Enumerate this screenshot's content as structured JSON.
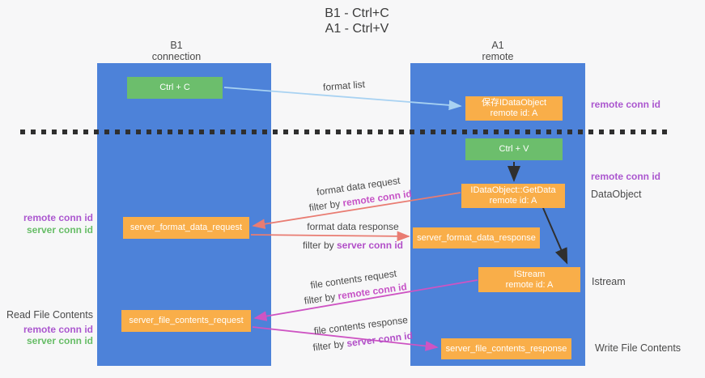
{
  "title": {
    "line1": "B1 - Ctrl+C",
    "line2": "A1 - Ctrl+V"
  },
  "lanes": {
    "left": {
      "name": "B1",
      "subtitle": "connection"
    },
    "right": {
      "name": "A1",
      "subtitle": "remote"
    }
  },
  "nodes": {
    "ctrl_c": {
      "label": "Ctrl + C"
    },
    "save_idataobject": {
      "line1": "保存IDataObject",
      "line2": "remote id: A"
    },
    "ctrl_v": {
      "label": "Ctrl + V"
    },
    "getdata": {
      "line1": "IDataObject::GetData",
      "line2": "remote id: A"
    },
    "format_request": {
      "label": "server_format_data_request"
    },
    "format_response": {
      "label": "server_format_data_response"
    },
    "istream": {
      "line1": "IStream",
      "line2": "remote id: A"
    },
    "file_request": {
      "label": "server_file_contents_request"
    },
    "file_response": {
      "label": "server_file_contents_response"
    }
  },
  "edge_labels": {
    "format_list": "format list",
    "format_data_request": "format data request",
    "format_data_response": "format data response",
    "file_contents_request": "file contents request",
    "file_contents_response": "file contents response",
    "filter_by": "filter by ",
    "remote_conn_id": "remote conn id",
    "server_conn_id": "server conn id"
  },
  "annotations": {
    "right_remote_conn_id_top": "remote conn id",
    "right_remote_conn_id_mid": "remote conn id",
    "dataobject": "DataObject",
    "istream": "Istream",
    "write_file_contents": "Write File Contents",
    "left_remote_conn_id_1": "remote conn id",
    "left_server_conn_id_1": "server conn id",
    "read_file_contents": "Read File Contents",
    "left_remote_conn_id_2": "remote conn id",
    "left_server_conn_id_2": "server conn id"
  },
  "colors": {
    "lane_blue": "#4d82d9",
    "box_green": "#6cbe6c",
    "box_orange": "#f9ae49",
    "arrow_light_blue": "#a8d2f2",
    "arrow_black": "#2f2f2f",
    "arrow_salmon": "#e97c72",
    "arrow_magenta": "#ce54c3",
    "text_purple": "#ab57cf",
    "text_magenta": "#c653c6",
    "text_green": "#67bd67",
    "background": "#f7f7f8"
  }
}
